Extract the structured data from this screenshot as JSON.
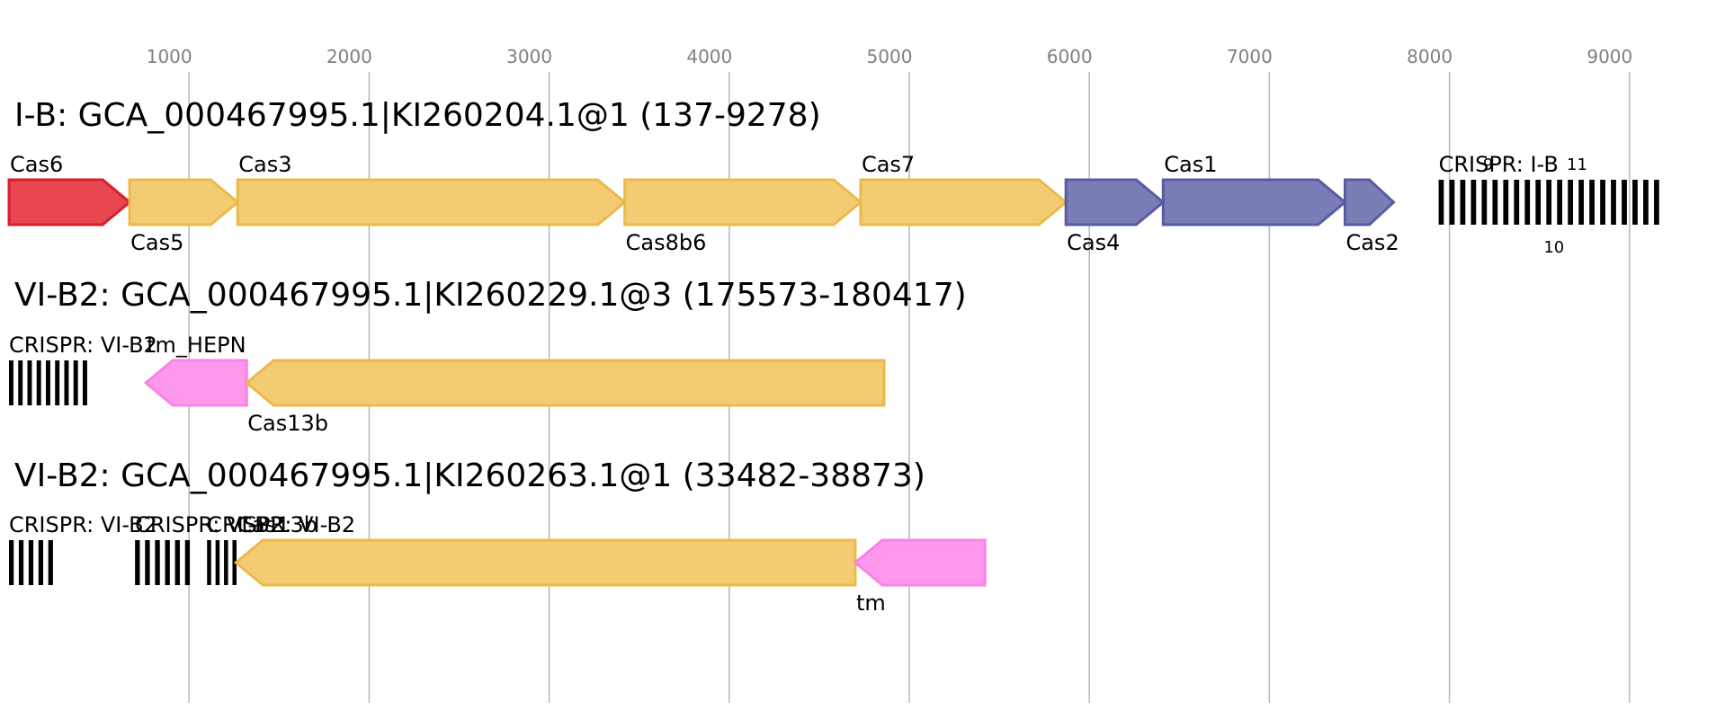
{
  "axis": {
    "ticks": [
      {
        "value": 1000,
        "label": "1000"
      },
      {
        "value": 2000,
        "label": "2000"
      },
      {
        "value": 3000,
        "label": "3000"
      },
      {
        "value": 4000,
        "label": "4000"
      },
      {
        "value": 5000,
        "label": "5000"
      },
      {
        "value": 6000,
        "label": "6000"
      },
      {
        "value": 7000,
        "label": "7000"
      },
      {
        "value": 8000,
        "label": "8000"
      },
      {
        "value": 9000,
        "label": "9000"
      }
    ]
  },
  "colors": {
    "red": "#e8474f",
    "red_edge": "#d81f2c",
    "yellow": "#f2cb73",
    "yellow_edge": "#ebba4a",
    "purple": "#7b7db6",
    "purple_edge": "#585ca3",
    "pink": "#fe98ec",
    "pink_edge": "#f883e6"
  },
  "tracks": [
    {
      "title": "I-B: GCA_000467995.1|KI260204.1@1 (137-9278)",
      "features": [
        {
          "kind": "gene",
          "label": "Cas6",
          "label_pos": "above",
          "start": 0,
          "end": 670,
          "strand": "+",
          "color": "red"
        },
        {
          "kind": "gene",
          "label": "Cas5",
          "label_pos": "below",
          "start": 670,
          "end": 1270,
          "strand": "+",
          "color": "yellow"
        },
        {
          "kind": "gene",
          "label": "Cas3",
          "label_pos": "above",
          "start": 1270,
          "end": 3420,
          "strand": "+",
          "color": "yellow"
        },
        {
          "kind": "gene",
          "label": "Cas8b6",
          "label_pos": "below",
          "start": 3420,
          "end": 4730,
          "strand": "+",
          "color": "yellow"
        },
        {
          "kind": "gene",
          "label": "Cas7",
          "label_pos": "above",
          "start": 4730,
          "end": 5870,
          "strand": "+",
          "color": "yellow"
        },
        {
          "kind": "gene",
          "label": "Cas4",
          "label_pos": "below",
          "start": 5870,
          "end": 6410,
          "strand": "+",
          "color": "purple"
        },
        {
          "kind": "gene",
          "label": "Cas1",
          "label_pos": "above",
          "start": 6410,
          "end": 7420,
          "strand": "+",
          "color": "purple"
        },
        {
          "kind": "gene",
          "label": "Cas2",
          "label_pos": "below",
          "start": 7420,
          "end": 7690,
          "strand": "+",
          "color": "purple"
        },
        {
          "kind": "crispr",
          "label": "CRISPR: I-B",
          "start": 7940,
          "end": 9160,
          "repeats": 21,
          "count_above": "11",
          "count_above_extra": "9",
          "count_below": "10"
        }
      ]
    },
    {
      "title": "VI-B2: GCA_000467995.1|KI260229.1@3 (175573-180417)",
      "features": [
        {
          "kind": "crispr",
          "label": "CRISPR: VI-B2",
          "start": 0,
          "end": 430,
          "repeats": 9
        },
        {
          "kind": "gene",
          "label": "tm_HEPN",
          "label_pos": "above",
          "start": 760,
          "end": 1320,
          "strand": "-",
          "color": "pink"
        },
        {
          "kind": "gene",
          "label": "Cas13b",
          "label_pos": "below",
          "start": 1320,
          "end": 4860,
          "strand": "-",
          "color": "yellow"
        }
      ]
    },
    {
      "title": "VI-B2: GCA_000467995.1|KI260263.1@1 (33482-38873)",
      "features": [
        {
          "kind": "crispr",
          "label": "CRISPR: VI-B2",
          "start": 0,
          "end": 240,
          "repeats": 5
        },
        {
          "kind": "crispr",
          "label": "CRISPR: VI-B2",
          "start": 700,
          "end": 1000,
          "repeats": 6
        },
        {
          "kind": "crispr",
          "label": "CRISPR: VI-B2",
          "start": 1100,
          "end": 1260,
          "repeats": 4
        },
        {
          "kind": "gene",
          "label": "Cas13b",
          "label_pos": "above",
          "start": 1260,
          "end": 4700,
          "strand": "-",
          "color": "yellow"
        },
        {
          "kind": "gene",
          "label": "tm",
          "label_pos": "below",
          "start": 4700,
          "end": 5420,
          "strand": "-",
          "color": "pink"
        }
      ]
    }
  ]
}
